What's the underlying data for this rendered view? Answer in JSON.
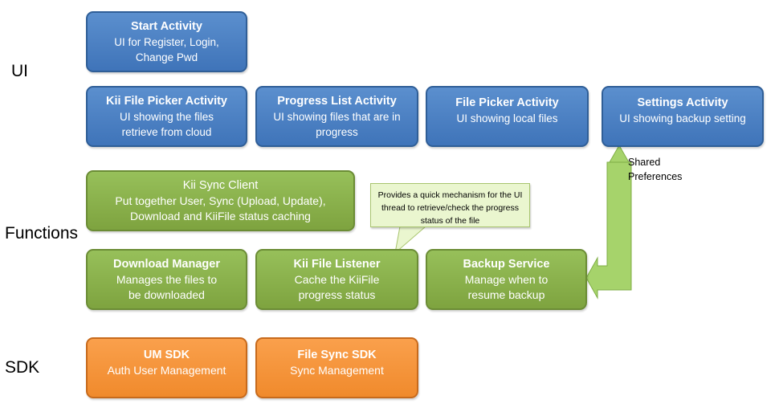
{
  "layers": {
    "ui": "UI",
    "functions": "Functions",
    "sdk": "SDK"
  },
  "ui_boxes": {
    "start": {
      "title": "Start Activity",
      "desc": "UI for Register, Login, Change Pwd"
    },
    "kii_file_picker": {
      "title": "Kii File Picker Activity",
      "desc": "UI showing the files retrieve from cloud"
    },
    "progress_list": {
      "title": "Progress List Activity",
      "desc": "UI showing files that are in progress"
    },
    "file_picker": {
      "title": "File Picker Activity",
      "desc": "UI showing local files"
    },
    "settings": {
      "title": "Settings Activity",
      "desc": "UI showing backup setting"
    }
  },
  "function_boxes": {
    "sync_client": {
      "title": "Kii Sync Client",
      "desc": "Put together User, Sync (Upload, Update), Download and KiiFile status caching"
    },
    "download_manager": {
      "title": "Download Manager",
      "desc": "Manages the files to be downloaded"
    },
    "file_listener": {
      "title": "Kii File Listener",
      "desc": "Cache the KiiFile progress status"
    },
    "backup_service": {
      "title": "Backup Service",
      "desc": "Manage when to resume backup"
    }
  },
  "sdk_boxes": {
    "um_sdk": {
      "title": "UM SDK",
      "desc": "Auth User Management"
    },
    "file_sync_sdk": {
      "title": "File Sync SDK",
      "desc": "Sync Management"
    }
  },
  "callout": "Provides a quick mechanism for the UI thread to retrieve/check the progress status of the file",
  "shared_preferences": "Shared Preferences",
  "colors": {
    "ui_blue": "#4a7fc1",
    "function_green": "#8cb24c",
    "sdk_orange": "#f5943c",
    "callout_fill": "#eaf6cf",
    "arrow_green": "#a6d36b"
  }
}
